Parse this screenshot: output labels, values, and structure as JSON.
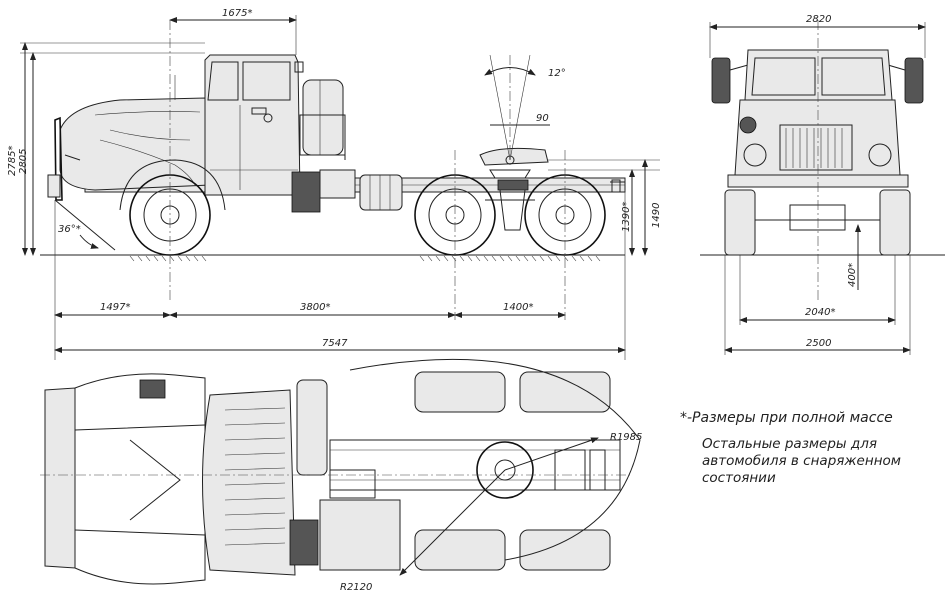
{
  "dimensions": {
    "side": {
      "d1675": "1675*",
      "angle12": "12°",
      "d90": "90",
      "h2785": "2785*",
      "h2805": "2805",
      "angle36": "36°*",
      "h1390": "1390*",
      "h1490": "1490",
      "d1497": "1497*",
      "d3800": "3800*",
      "d1400": "1400*",
      "d7547": "7547"
    },
    "front": {
      "w2820": "2820",
      "h400": "400*",
      "w2040": "2040*",
      "w2500": "2500"
    },
    "top": {
      "r1985": "R1985",
      "r2120": "R2120"
    }
  },
  "notes": {
    "asterisk": "*-Размеры при полной массе",
    "other_l1": "Остальные размеры для",
    "other_l2": "автомобиля в снаряженном",
    "other_l3": "состоянии"
  }
}
